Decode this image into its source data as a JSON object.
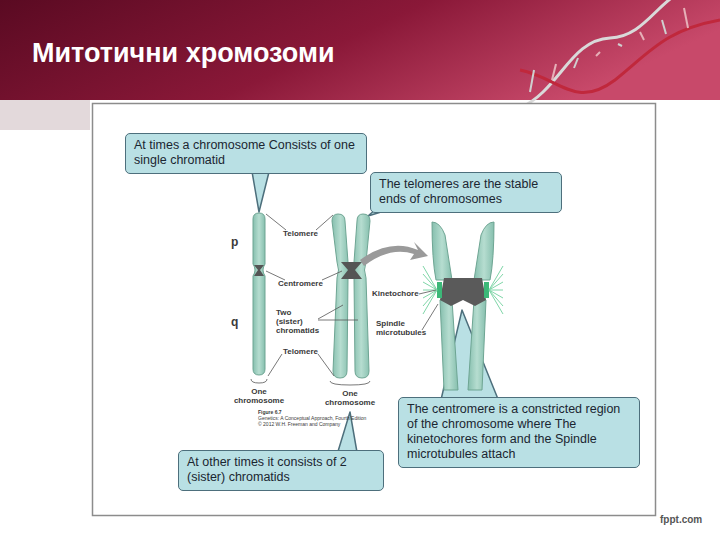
{
  "diagram": {
    "title": "Митотични хромозоми",
    "nodes": [
      {
        "text": [
          "At times a chromosome Consists of one single chromatid"
        ]
      },
      {
        "text": [
          "The telomeres are the stable ends of chromosomes"
        ]
      },
      {
        "text": [
          "The centromere is a constricted region of the chromosome where The kinetochores form and the Spindle microtubules attach"
        ]
      },
      {
        "text": [
          "At other times it consists of 2 (sister) chromatids"
        ]
      }
    ],
    "labels": [
      "p",
      "q",
      "Telomere",
      "Centromere",
      "Two (sister) chromatids",
      "Telomere",
      "One chromosome",
      "One chromosome",
      "Kinetochore",
      "Spindle microtubules",
      "Figure 6.7",
      "Genetics: A Conceptual Approach, Fourth Edition",
      "© 2012 W.H. Freeman and Company",
      "fppt.com"
    ]
  }
}
